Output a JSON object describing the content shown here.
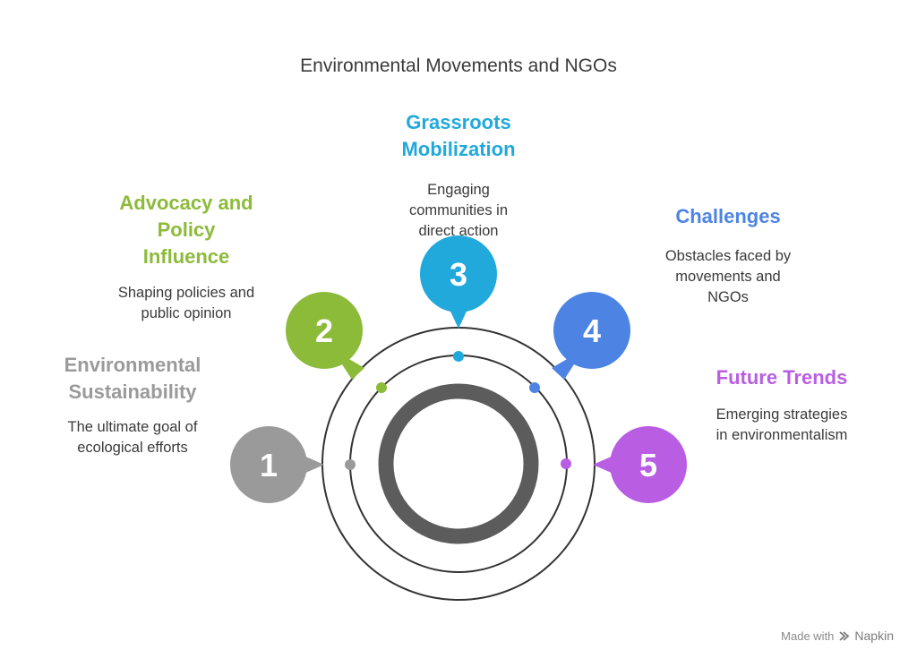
{
  "title": "Environmental Movements and NGOs",
  "colors": {
    "gray": "#9a9a9a",
    "green": "#8cbb3a",
    "blue": "#22a9dc",
    "royal": "#4d84e3",
    "purple": "#b95ee3",
    "ring": "#5c5c5c",
    "line": "#333333"
  },
  "steps": [
    {
      "number": "1",
      "heading": "Environmental\nSustainability",
      "description": "The ultimate goal of\necological efforts",
      "color": "#9a9a9a"
    },
    {
      "number": "2",
      "heading": "Advocacy and\nPolicy\nInfluence",
      "description": "Shaping policies and\npublic opinion",
      "color": "#8cbb3a"
    },
    {
      "number": "3",
      "heading": "Grassroots\nMobilization",
      "description": "Engaging\ncommunities in\ndirect action",
      "color": "#22a9dc"
    },
    {
      "number": "4",
      "heading": "Challenges",
      "description": "Obstacles faced by\nmovements and\nNGOs",
      "color": "#4d84e3"
    },
    {
      "number": "5",
      "heading": "Future Trends",
      "description": "Emerging strategies\nin environmentalism",
      "color": "#b95ee3"
    }
  ],
  "watermark": {
    "prefix": "Made with",
    "brand": "Napkin",
    "icon": "napkin-logo-icon"
  }
}
